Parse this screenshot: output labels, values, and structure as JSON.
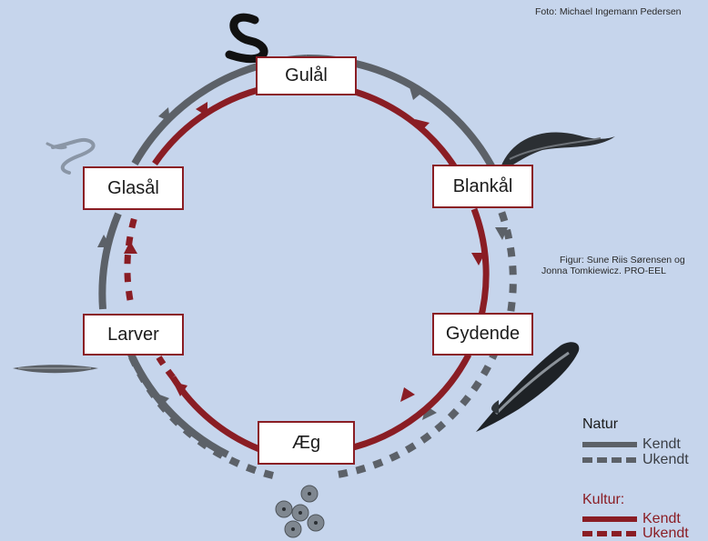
{
  "credits": {
    "photo": "Foto: Michael Ingemann Pedersen",
    "figure_line1": "Figur: Sune Riis Sørensen og",
    "figure_line2": "Jonna Tomkiewicz. PRO-EEL"
  },
  "stages": {
    "gulaal": "Gulål",
    "blankaal": "Blankål",
    "gydende": "Gydende",
    "aeg": "Æg",
    "larver": "Larver",
    "glasaal": "Glasål"
  },
  "legend": {
    "natur_title": "Natur",
    "natur_known": "Kendt",
    "natur_unknown": "Ukendt",
    "kultur_title": "Kultur:",
    "kultur_known": "Kendt",
    "kultur_unknown": "Ukendt"
  },
  "colors": {
    "natur": "#5c6168",
    "kultur": "#8a1d24",
    "background": "#c6d5ec"
  },
  "icons": [
    "yellow-eel-photo",
    "silver-eel-photo",
    "glass-eel-photo",
    "spawning-eel-photo",
    "larva-photo",
    "eggs-photo"
  ]
}
